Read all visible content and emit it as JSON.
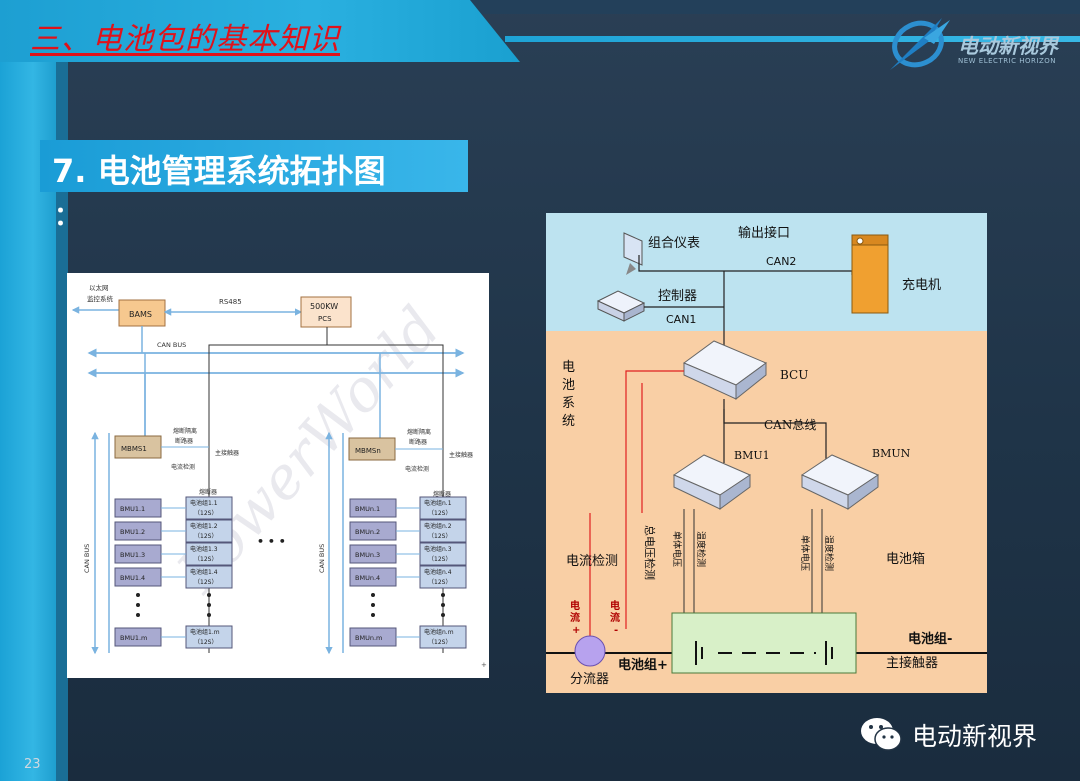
{
  "header": {
    "section_title": "三、电池包的基本知识",
    "brand_name": "电动新视界",
    "brand_sub": "NEW ELECTRIC HORIZON"
  },
  "subtitle": "7. 电池管理系统拓扑图",
  "subtitle_colon": "：",
  "page_number": "23",
  "wechat_label": "电动新视界",
  "left_diagram": {
    "ethernet": "以太网",
    "monitor": "监控系统",
    "bams": "BAMS",
    "rs485": "RS485",
    "pcs_line1": "500KW",
    "pcs_line2": "PCS",
    "can_bus": "CAN  BUS",
    "can_bus_vertical": "CAN BUS",
    "fuse_iso_1": "熔断隔离",
    "fuse_iso_2": "断路器",
    "main_contactor": "主接触器",
    "current_detect": "电流检测",
    "fuse": "熔断器",
    "mbms1": "MBMS1",
    "mbmsn": "MBMSn",
    "col1": {
      "bmu": [
        "BMU1.1",
        "BMU1.2",
        "BMU1.3",
        "BMU1.4",
        "BMU1.m"
      ],
      "packs": [
        "电池组1.1",
        "电池组1.2",
        "电池组1.3",
        "电池组1.4",
        "电池组1.m"
      ]
    },
    "coln": {
      "bmu": [
        "BMUn.1",
        "BMUn.2",
        "BMUn.3",
        "BMUn.4",
        "BMUn.m"
      ],
      "packs": [
        "电池组n.1",
        "电池组n.2",
        "电池组n.3",
        "电池组n.4",
        "电池组n.m"
      ]
    },
    "cells": "（12S）",
    "ellipsis": "• • •",
    "watermark": "PowerWorld"
  },
  "right_diagram": {
    "instrument": "组合仪表",
    "output_port": "输出接口",
    "can2": "CAN2",
    "controller": "控制器",
    "can1": "CAN1",
    "charger": "充电机",
    "battery_system": [
      "电",
      "池",
      "系",
      "统"
    ],
    "bcu": "BCU",
    "can_bus": "CAN总线",
    "bmu1": "BMU1",
    "bmun": "BMUN",
    "current_detect": "电流检测",
    "total_voltage": "总电压检测",
    "cell_voltage_1": "单体电压",
    "temperature_1": "温度检测",
    "battery_box": "电池箱",
    "current_plus_1": "电",
    "current_plus_2": "流",
    "current_plus_3": "+",
    "current_minus_1": "电",
    "current_minus_2": "流",
    "current_minus_3": "-",
    "pack_plus": "电池组+",
    "pack_minus": "电池组-",
    "main_contactor": "主接触器",
    "shunt": "分流器",
    "colors": {
      "top_bg": "#bde3f0",
      "bottom_bg": "#f9cfa5",
      "charger": "#f0a030",
      "red_wire": "#e02020",
      "cell_box": "#d8f0c8"
    }
  }
}
